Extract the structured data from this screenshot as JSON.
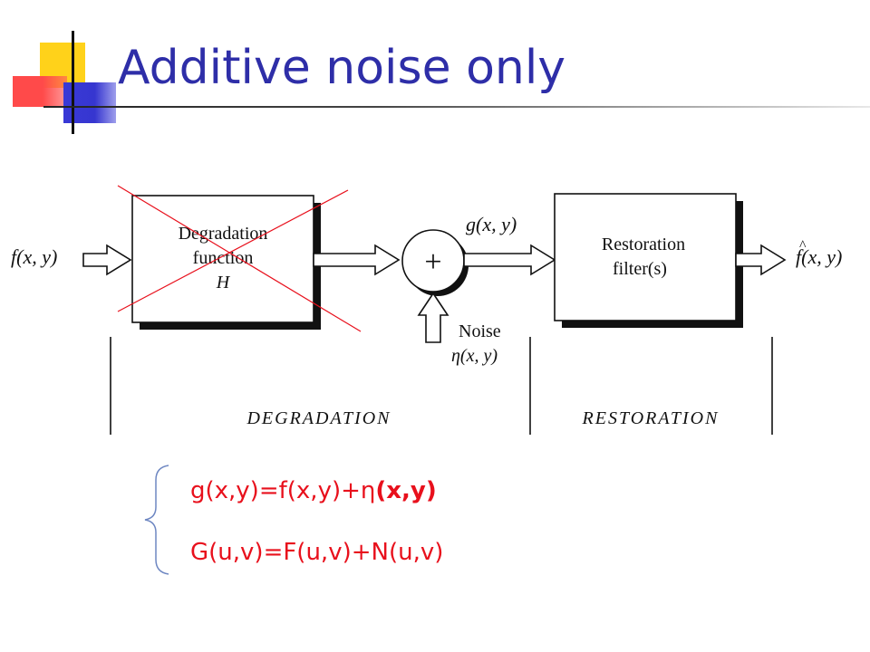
{
  "slide": {
    "title": "Additive noise only"
  },
  "diagram": {
    "input_label": "f(x, y)",
    "degradation_block": {
      "line1": "Degradation",
      "line2": "function",
      "line3": "H"
    },
    "adder_symbol": "+",
    "sum_label": "g(x, y)",
    "noise_label": "Noise",
    "noise_symbol": "η(x, y)",
    "restoration_block": {
      "line1": "Restoration",
      "line2": "filter(s)"
    },
    "output_label": "f(x, y)",
    "output_hat": "^",
    "section_degradation": "DEGRADATION",
    "section_restoration": "RESTORATION",
    "cross_color": "#e8101c"
  },
  "equations": {
    "eq1_main": "g(x,y)=f(x,y)+η",
    "eq1_bold": "(x,y)",
    "eq2": "G(u,v)=F(u,v)+N(u,v)",
    "color": "#e8101c"
  }
}
